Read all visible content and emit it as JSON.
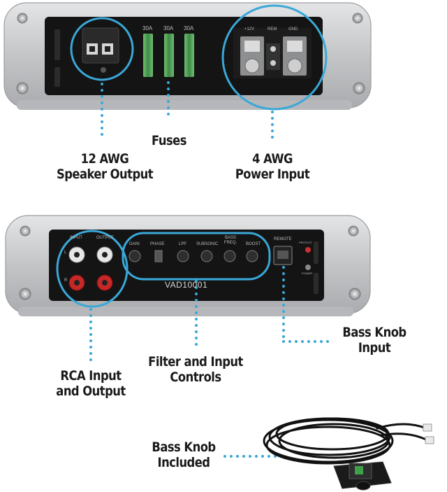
{
  "colors": {
    "accent": "#3aa8d8",
    "chassis": "#c9cbcd",
    "panel": "#141414",
    "fuse": "#4f9a55"
  },
  "top_amp": {
    "fuse_labels": [
      "30A",
      "30A",
      "30A"
    ],
    "terminal_labels": [
      "+12V",
      "REM",
      "GND"
    ]
  },
  "bottom_amp": {
    "rca_labels": [
      "INPUT",
      "OUTPUT"
    ],
    "rca_side_labels": [
      "L",
      "R"
    ],
    "control_labels": [
      "GAIN",
      "PHASE",
      "LPF",
      "SUBSONIC",
      "BASS\nFREQ.",
      "BOOST"
    ],
    "remote_label": "REMOTE",
    "protect_label": "PROTECT",
    "power_label": "POWER",
    "model": "VAD10001"
  },
  "callouts": {
    "speaker_output": [
      "12 AWG",
      "Speaker Output"
    ],
    "fuses": [
      "Fuses"
    ],
    "power_input": [
      "4 AWG",
      "Power Input"
    ],
    "rca": [
      "RCA Input",
      "and Output"
    ],
    "filter": [
      "Filter and Input",
      "Controls"
    ],
    "bass_knob_input": [
      "Bass Knob",
      "Input"
    ],
    "bass_knob_included": [
      "Bass Knob",
      "Included"
    ]
  }
}
